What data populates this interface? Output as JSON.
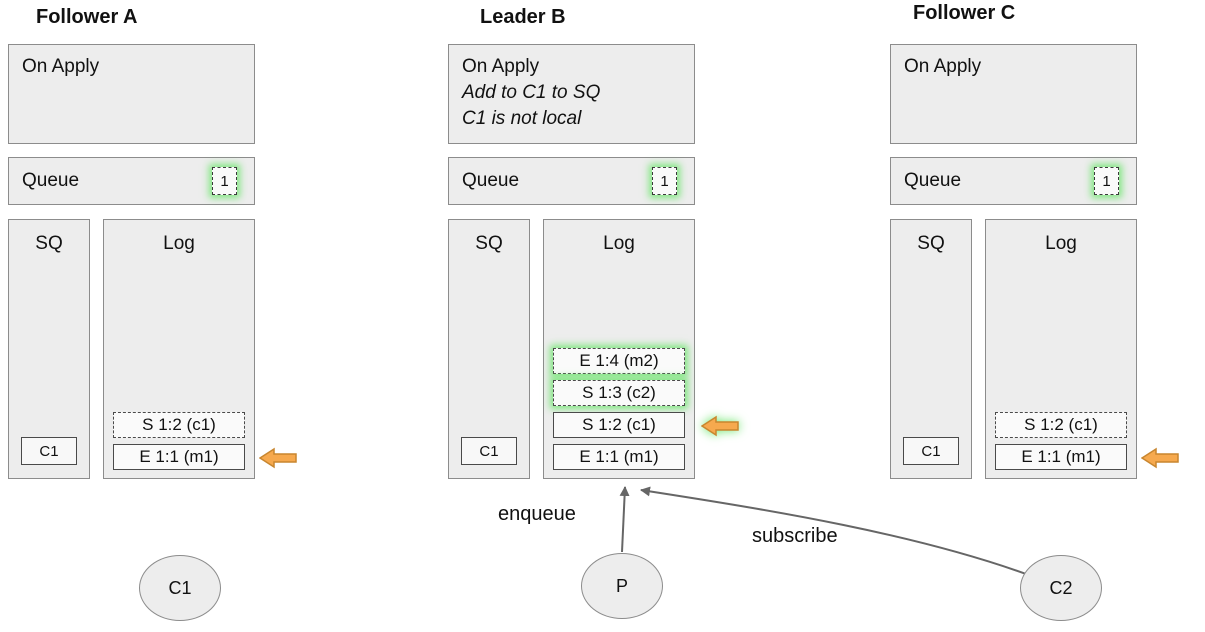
{
  "diagram": {
    "nodes": [
      {
        "title": "Follower A",
        "on_apply": {
          "title": "On Apply"
        },
        "queue": {
          "label": "Queue",
          "count": "1"
        },
        "sq": {
          "label": "SQ",
          "item": "C1"
        },
        "log": {
          "label": "Log",
          "entries": [
            {
              "text": "S 1:2 (c1)",
              "border": "dashed",
              "glow": false
            },
            {
              "text": "E 1:1 (m1)",
              "border": "solid",
              "glow": false
            }
          ],
          "pointer_at": "E 1:1 (m1)"
        }
      },
      {
        "title": "Leader B",
        "on_apply": {
          "title": "On Apply",
          "notes": [
            "Add to C1 to SQ",
            "C1 is not local"
          ]
        },
        "queue": {
          "label": "Queue",
          "count": "1"
        },
        "sq": {
          "label": "SQ",
          "item": "C1"
        },
        "log": {
          "label": "Log",
          "entries": [
            {
              "text": "E 1:4 (m2)",
              "border": "dashed",
              "glow": true
            },
            {
              "text": "S 1:3 (c2)",
              "border": "dashed",
              "glow": true
            },
            {
              "text": "S 1:2 (c1)",
              "border": "solid",
              "glow": false
            },
            {
              "text": "E 1:1 (m1)",
              "border": "solid",
              "glow": false
            }
          ],
          "pointer_at": "S 1:2 (c1)"
        }
      },
      {
        "title": "Follower C",
        "on_apply": {
          "title": "On Apply"
        },
        "queue": {
          "label": "Queue",
          "count": "1"
        },
        "sq": {
          "label": "SQ",
          "item": "C1"
        },
        "log": {
          "label": "Log",
          "entries": [
            {
              "text": "S 1:2 (c1)",
              "border": "dashed",
              "glow": false
            },
            {
              "text": "E 1:1 (m1)",
              "border": "solid",
              "glow": false
            }
          ],
          "pointer_at": "E 1:1 (m1)"
        }
      }
    ],
    "actors": [
      {
        "label": "C1"
      },
      {
        "label": "P"
      },
      {
        "label": "C2"
      }
    ],
    "edges": [
      {
        "label": "enqueue",
        "from": "P",
        "to": "Leader B log"
      },
      {
        "label": "subscribe",
        "from": "C2",
        "to": "Leader B log"
      }
    ],
    "colors": {
      "box_fill": "#ededed",
      "box_border": "#8c8c8c",
      "entry_border": "#4a4a4a",
      "glow_green": "#76e676",
      "arrow_orange": "#f6a94e",
      "arrow_orange_border": "#c8862f",
      "edge_gray": "#666666"
    }
  }
}
